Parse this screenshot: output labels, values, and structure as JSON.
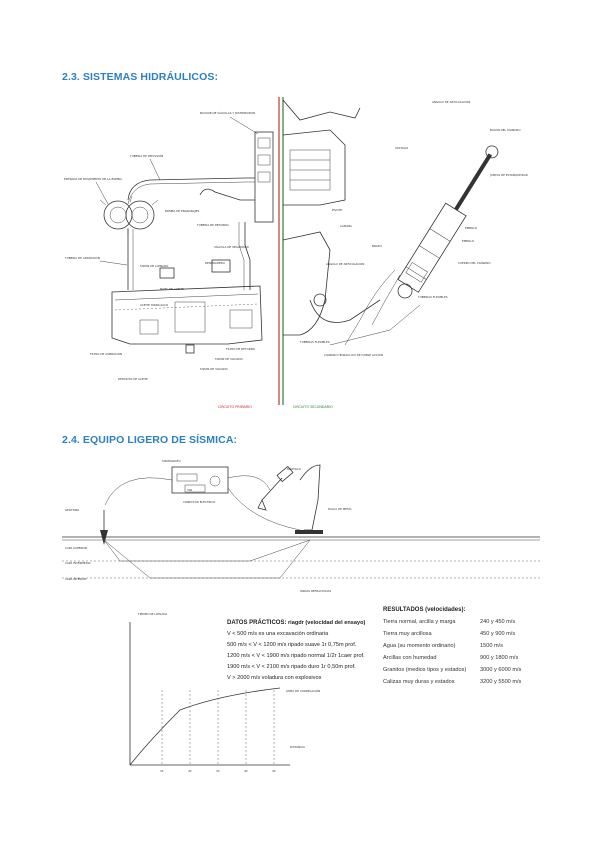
{
  "section_hydraulic": {
    "title": "2.3. SISTEMAS HIDRÁULICOS:",
    "primary_labels": {
      "valve_block": "BLOQUE DE VÁLVULAS Y DISTRIBUIDOR",
      "pressure_pipe": "TUBERÍA DE IMPULSIÓN",
      "pump": "BOMBA DE ENGRANAJES",
      "pump_drive": "ENTRADA DE MOVIMIENTO DE LA BOMBA",
      "return_pipe": "TUBERÍA DE RETORNO",
      "suction_pipe": "TUBERÍA DE ASPIRACIÓN",
      "filler": "TAPÓN DE LLENADO",
      "filter": "FILTRO DE RETORNO",
      "tank": "ACEITE HIDRÁULICO",
      "level_sight": "NIVEL DE ACEITE",
      "suction_filter": "FILTRO DE ASPIRACIÓN",
      "oil_tank": "DEPÓSITO DE ACEITE",
      "drain_plug": "TAPÓN DE VACIADO",
      "breather": "RESPIRADERO",
      "pressure_relief": "VÁLVULA DE SEGURIDAD"
    },
    "secondary_labels": {
      "cylinder_top": "ÁNGULO DE ARTICULACIÓN",
      "cylinder_pin": "BULÓN DEL CILINDRO",
      "rod": "VÁSTAGO",
      "piston": "ÉMBOLO",
      "seal": "JUNTAS DE ESTANQUEIDAD",
      "body": "CUERPO DEL CILINDRO",
      "chamber": "CÁMARA",
      "hoses": "TUBERÍAS FLEXIBLES",
      "boom": "BRAZO",
      "pivot": "PIVOTE",
      "cylinder": "CILINDRO HIDRÁULICO DE DOBLE ACCIÓN"
    },
    "caption_primary": "CIRCUITO PRIMARIO",
    "caption_secondary": "CIRCUITO SECUNDARIO"
  },
  "section_seismic": {
    "title": "2.4. EQUIPO LIGERO DE SÍSMICA:",
    "device_labels": {
      "seismograph": "SISMÓGRAFO",
      "hammer": "MARTILLO",
      "cable": "CONECTOR ELÉCTRICO",
      "geophone": "GEÓFONO",
      "plate": "PLACA DE METAL",
      "layer1": "CAPA SUPERIOR",
      "layer2": "CAPA INTERMEDIA",
      "layer3": "CAPA INFERIOR",
      "ray_note": "ONDAS REFRACTADAS"
    },
    "readout": "300",
    "graph": {
      "ylabel": "TIEMPO DE LLEGADA",
      "xlabel": "DISTANCIA",
      "ticks": [
        "d1",
        "d2",
        "d3",
        "d4",
        "d5"
      ],
      "curve_label": "LÍNEA DE CORRELACIÓN"
    },
    "practical": {
      "heading": "DATOS PRÁCTICOS:",
      "heading_rest": " riagdr (velocidad del ensayo)",
      "lines": [
        "V < 500 m/s  es una excavación ordinaria",
        "500 m/s < V < 1200 m/s ripado suave 1r     0,75m prof.",
        "1200 m/s < V < 1900 m/s ripado normal 1/2r    1caer prof.",
        "1900 m/s < V < 2100 m/s ripado duro    1r     0,50m prof.",
        "V > 2000 m/s  voladura con explosivos"
      ]
    },
    "results": {
      "heading": "RESULTADOS (velocidades):",
      "rows": [
        {
          "material": "Tierra normal, arcilla y marga",
          "value": "240 y 450 m/s"
        },
        {
          "material": "Tierra muy arcillosa",
          "value": "450 y 900 m/s"
        },
        {
          "material": "Agua (su momento ordinario)",
          "value": "1500 m/s"
        },
        {
          "material": "Arcillas con humedad",
          "value": "900 y 1800 m/s"
        },
        {
          "material": "Granitos (medios tipos y estados)",
          "value": "3000 y 6000 m/s"
        },
        {
          "material": "Calizas muy duras y estados",
          "value": "3200 y 5500 m/s"
        }
      ]
    }
  }
}
